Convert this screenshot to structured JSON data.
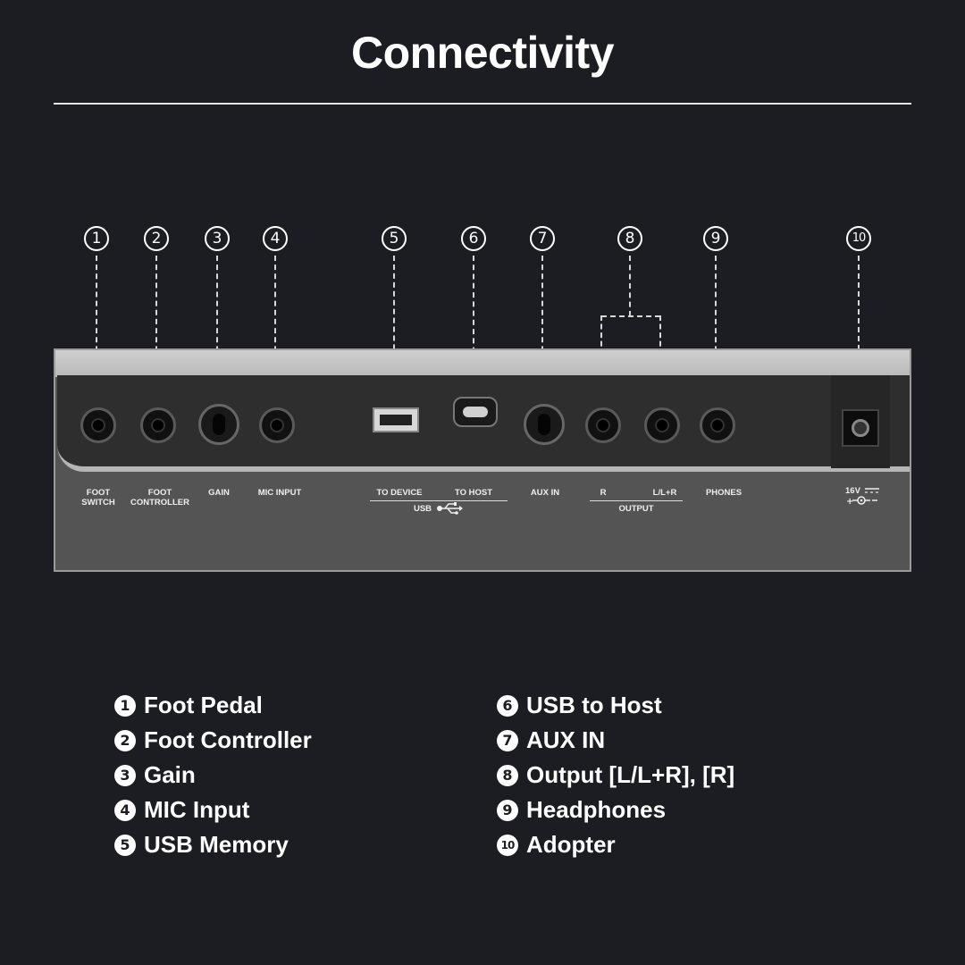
{
  "title": "Connectivity",
  "callouts": [
    "1",
    "2",
    "3",
    "4",
    "5",
    "6",
    "7",
    "8",
    "9",
    "10"
  ],
  "panel_labels": {
    "foot_switch": [
      "FOOT",
      "SWITCH"
    ],
    "foot_controller": [
      "FOOT",
      "CONTROLLER"
    ],
    "gain": "GAIN",
    "mic_input": "MIC INPUT",
    "to_device": "TO DEVICE",
    "to_host": "TO HOST",
    "usb": "USB",
    "aux_in": "AUX IN",
    "r": "R",
    "l_lr": "L/L+R",
    "output": "OUTPUT",
    "phones": "PHONES",
    "power": "16V"
  },
  "legend_left": [
    {
      "num": "1",
      "label": "Foot Pedal"
    },
    {
      "num": "2",
      "label": "Foot Controller"
    },
    {
      "num": "3",
      "label": "Gain"
    },
    {
      "num": "4",
      "label": "MIC Input"
    },
    {
      "num": "5",
      "label": "USB Memory"
    }
  ],
  "legend_right": [
    {
      "num": "6",
      "label": "USB to Host"
    },
    {
      "num": "7",
      "label": "AUX IN"
    },
    {
      "num": "8",
      "label": "Output [L/L+R], [R]"
    },
    {
      "num": "9",
      "label": "Headphones"
    },
    {
      "num": "10",
      "label": "Adopter"
    }
  ],
  "icons": {
    "usb": "usb-trident-icon",
    "dc": "dc-polarity-icon"
  },
  "colors": {
    "background": "#1c1d22",
    "text": "#ffffff",
    "panel": "#545454"
  }
}
